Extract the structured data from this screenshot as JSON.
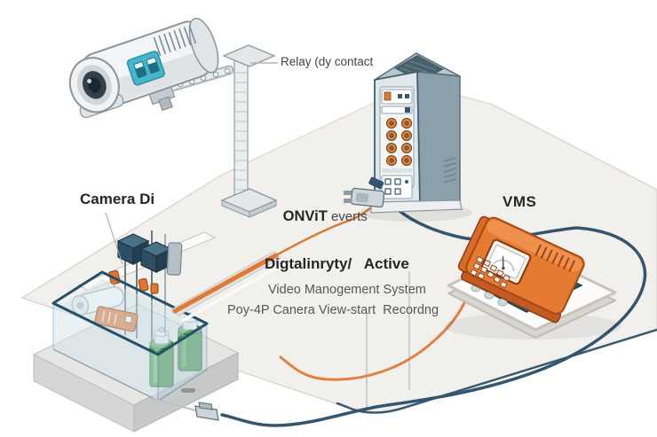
{
  "scene": {
    "labels": {
      "relay": "Relay (dy contact",
      "camera": "Camera Di",
      "onvif_bold": "ONViT",
      "onvif_rest": " everts",
      "vms": "VMS",
      "center_title": "Digtalinryty/   Active",
      "center_line2": "Video Manogement System",
      "center_line3": "Poy-4P Canera View-start  Recordng"
    },
    "icons": {
      "camera": "bullet-cctv-camera",
      "pole": "camera-mounting-pole",
      "server": "relay-io-server-tower",
      "vms_device": "orange-video-recorder",
      "dock": "recorder-dock-pad",
      "tank": "instrumented-test-tank",
      "canisters": "green-canisters",
      "plug": "network-plug",
      "orange_cable": "event-signal-cable",
      "navy_cable": "network-cable"
    },
    "colors": {
      "orange": "#E2752F",
      "navy": "#33566E",
      "teal": "#45B6CB",
      "green": "#47984F",
      "platform": "#F2F0ED",
      "text": "#3D3D3D"
    }
  }
}
